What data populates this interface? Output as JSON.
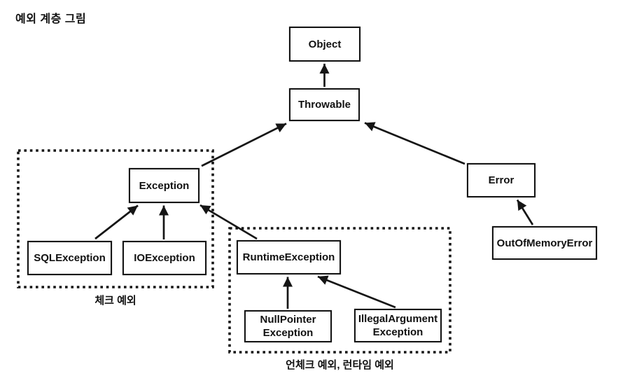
{
  "title": "예외 계층 그림",
  "diagram": {
    "type": "class-hierarchy",
    "nodes": {
      "object": {
        "label": "Object"
      },
      "throwable": {
        "label": "Throwable"
      },
      "exception": {
        "label": "Exception"
      },
      "error": {
        "label": "Error"
      },
      "sql_exception": {
        "label": "SQLException"
      },
      "io_exception": {
        "label": "IOException"
      },
      "runtime_exception": {
        "label": "RuntimeException"
      },
      "null_pointer_exception": {
        "label": "NullPointer\nException"
      },
      "illegal_argument_exception": {
        "label": "IllegalArgument\nException"
      },
      "out_of_memory_error": {
        "label": "OutOfMemoryError"
      }
    },
    "groups": {
      "checked": {
        "label": "체크 예외",
        "members": [
          "Exception",
          "SQLException",
          "IOException"
        ]
      },
      "unchecked": {
        "label": "언체크 예외, 런타임 예외",
        "members": [
          "RuntimeException",
          "NullPointerException",
          "IllegalArgumentException"
        ]
      }
    },
    "edges": [
      {
        "from": "Throwable",
        "to": "Object"
      },
      {
        "from": "Exception",
        "to": "Throwable"
      },
      {
        "from": "Error",
        "to": "Throwable"
      },
      {
        "from": "SQLException",
        "to": "Exception"
      },
      {
        "from": "IOException",
        "to": "Exception"
      },
      {
        "from": "RuntimeException",
        "to": "Exception"
      },
      {
        "from": "NullPointerException",
        "to": "RuntimeException"
      },
      {
        "from": "IllegalArgumentException",
        "to": "RuntimeException"
      },
      {
        "from": "OutOfMemoryError",
        "to": "Error"
      }
    ],
    "colors": {
      "ink": "#111111",
      "background": "#ffffff"
    }
  }
}
